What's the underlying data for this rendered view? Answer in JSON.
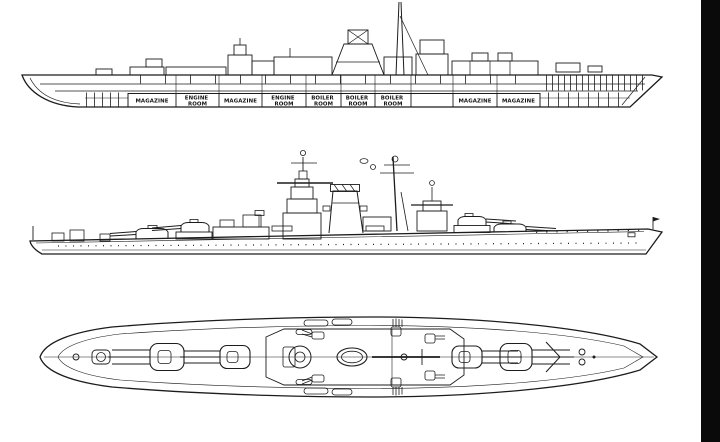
{
  "page": {
    "background_color": "#ffffff",
    "ink_color": "#1c1c1c",
    "right_edge_bar_color": "#0a0a0a"
  },
  "diagram": {
    "inboard_profile": {
      "compartments": [
        {
          "line1": "MAGAZINE",
          "line2": ""
        },
        {
          "line1": "ENGINE",
          "line2": "ROOM"
        },
        {
          "line1": "MAGAZINE",
          "line2": ""
        },
        {
          "line1": "ENGINE",
          "line2": "ROOM"
        },
        {
          "line1": "BOILER",
          "line2": "ROOM"
        },
        {
          "line1": "BOILER",
          "line2": "ROOM"
        },
        {
          "line1": "BOILER",
          "line2": "ROOM"
        },
        {
          "line1": "MAGAZINE",
          "line2": ""
        },
        {
          "line1": "MAGAZINE",
          "line2": ""
        }
      ]
    }
  }
}
